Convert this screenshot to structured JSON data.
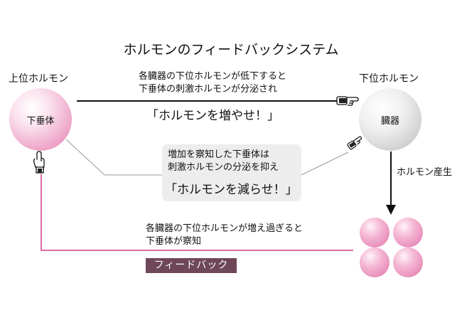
{
  "title": "ホルモンのフィードバックシステム",
  "left_heading": "上位ホルモン",
  "right_heading": "下位ホルモン",
  "left_sphere_label": "下垂体",
  "right_sphere_label": "臓器",
  "top_arrow_text": {
    "line1": "各臓器の下位ホルモンが低下すると",
    "line2": "下垂体の刺激ホルモンが分泌され",
    "quote": "「ホルモンを増やせ！」"
  },
  "middle_box": {
    "line1": "増加を察知した下垂体は",
    "line2": "刺激ホルモンの分泌を抑え",
    "quote": "「ホルモンを減らせ！」"
  },
  "production_label": "ホルモン産生",
  "bottom_text": {
    "line1": "各臓器の下位ホルモンが増え過ぎると",
    "line2": "下垂体が察知"
  },
  "feedback_label": "フィードバック",
  "colors": {
    "feedback_line": "#e26aa6",
    "feedback_label_bg": "#6e4758",
    "arrow": "#111111",
    "thin_line": "#9a9a9a"
  },
  "icons": [
    "pointing-hand-right-icon",
    "pointing-hand-up-icon"
  ]
}
